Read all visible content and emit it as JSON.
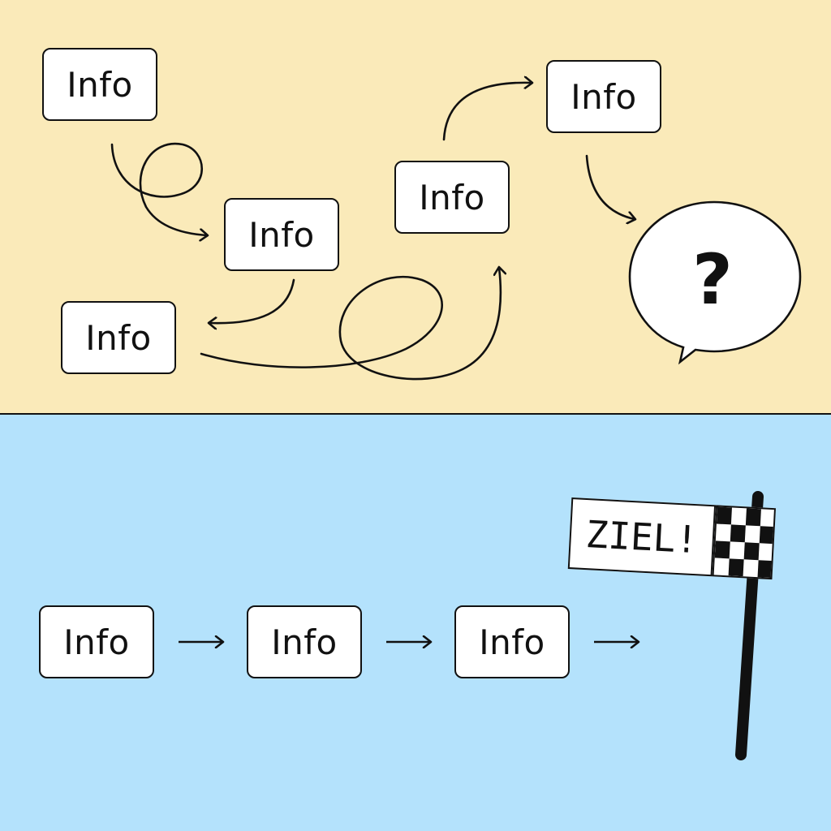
{
  "colors": {
    "top_background": "#faeab9",
    "bottom_background": "#b4e2fc",
    "box_fill": "#ffffff",
    "stroke": "#111111"
  },
  "top_boxes": [
    {
      "label": "Info"
    },
    {
      "label": "Info"
    },
    {
      "label": "Info"
    },
    {
      "label": "Info"
    },
    {
      "label": "Info"
    }
  ],
  "speech_bubble": {
    "symbol": "?",
    "icon": "question-speech-bubble-icon"
  },
  "bottom_boxes": [
    {
      "label": "Info"
    },
    {
      "label": "Info"
    },
    {
      "label": "Info"
    }
  ],
  "arrows": {
    "glyph": "→"
  },
  "finish_sign": {
    "label": "ZIEL!",
    "icon": "checkered-flag-icon"
  }
}
